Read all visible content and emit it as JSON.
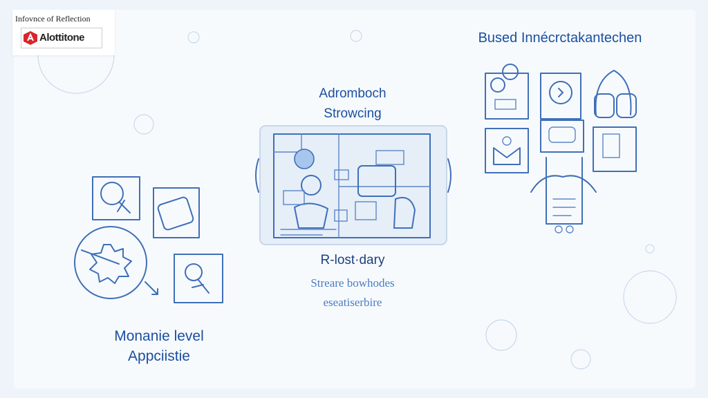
{
  "logo": {
    "caption": "Infovnce of Reflection",
    "name": "Alottitone"
  },
  "sections": {
    "top_right_title": "Bused Innécrctakantechen",
    "center_title_line1": "Adromboch",
    "center_title_line2": "Strowcing",
    "center_label": "R-lost·dary",
    "center_sub_line1": "Streare bowhodes",
    "center_sub_line2": "eseatiserbire",
    "left_title_line1": "Monanie level",
    "left_title_line2": "Appciistie"
  },
  "colors": {
    "heading_blue": "#1a4fa0",
    "sketch_blue": "#3f6fb8",
    "logo_red": "#d8262b",
    "background": "#eef4fa"
  }
}
